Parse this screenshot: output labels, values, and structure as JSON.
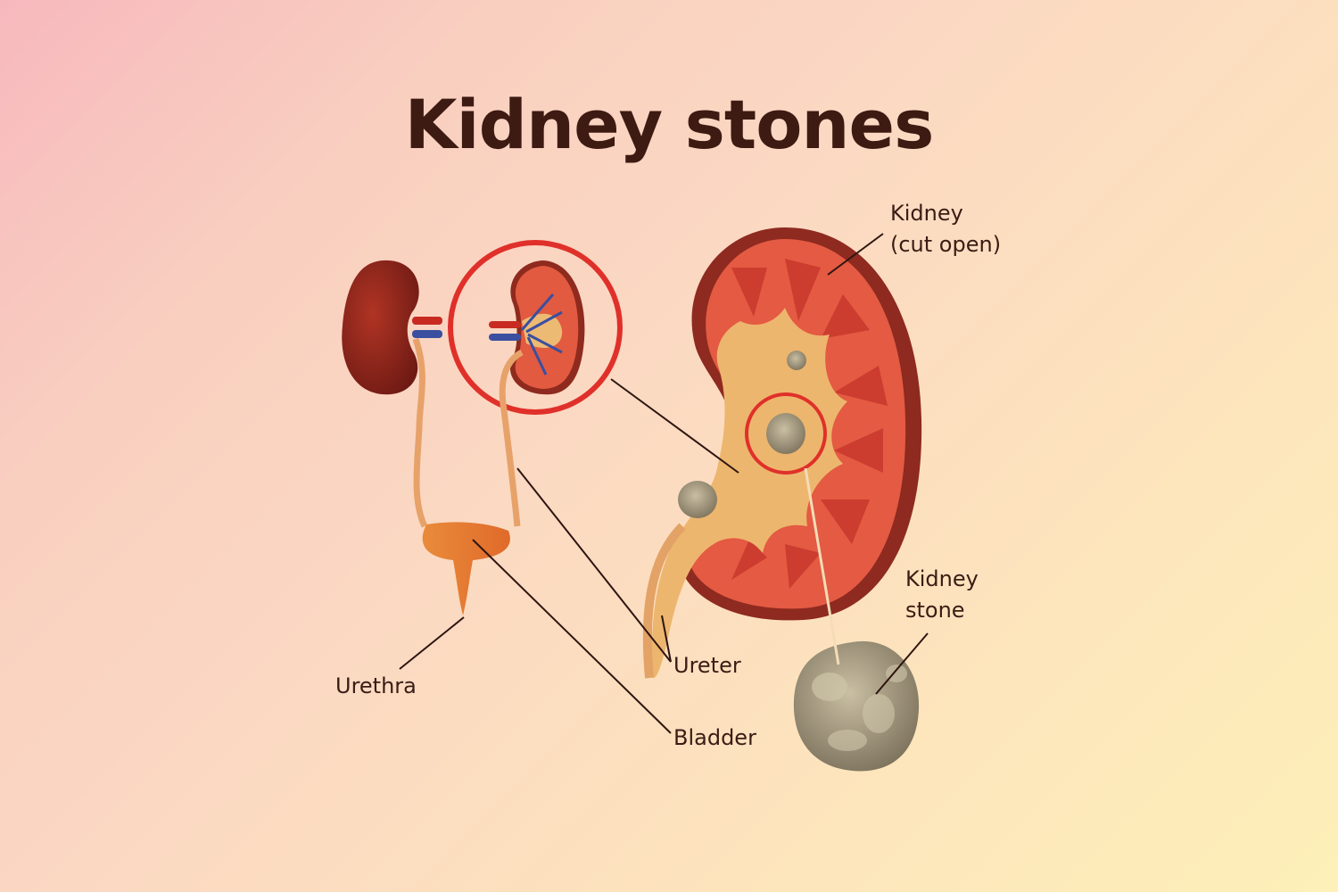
{
  "title": "Kidney stones",
  "labels": {
    "kidney_cut_open_line1": "Kidney",
    "kidney_cut_open_line2": "(cut open)",
    "kidney_stone_line1": "Kidney",
    "kidney_stone_line2": "stone",
    "ureter": "Ureter",
    "urethra": "Urethra",
    "bladder": "Bladder"
  },
  "colors": {
    "background_start": "#f7b8bd",
    "background_end": "#fdf0b8",
    "title_text": "#3d1a12",
    "highlight_circle": "#e0302a",
    "kidney_outer": "#9a2a1e",
    "kidney_tissue": "#e4553e",
    "pelvis": "#eab46b",
    "stone": "#9c917a",
    "bladder": "#e67d2e"
  }
}
